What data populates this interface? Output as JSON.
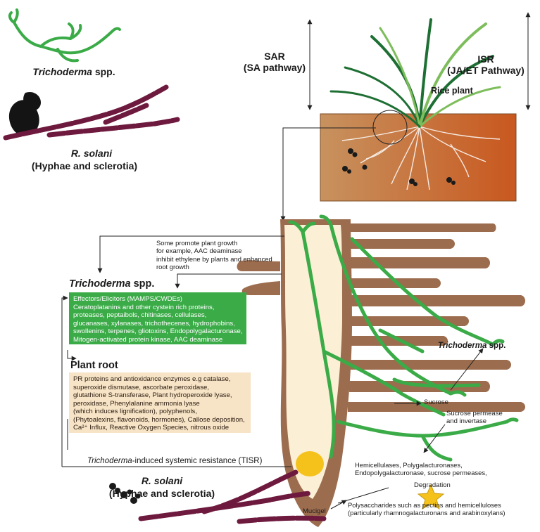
{
  "pathogen_top": {
    "trichoderma_genus": "Trichoderma",
    "trichoderma_suffix": " spp.",
    "rsolani_genus": "R. solani",
    "rsolani_note": "(Hyphae and sclerotia)"
  },
  "plant": {
    "sar_line1": "SAR",
    "sar_line2": "(SA pathway)",
    "isr_line1": "ISR",
    "isr_line2": "(JA/ET Pathway)",
    "rice_label": "Rice plant"
  },
  "growth_note": {
    "lines": [
      "Some promote plant growth",
      "for example, AAC deaminase",
      "inhibit ethylene by plants and enhanced",
      "root growth"
    ]
  },
  "tricho_section": {
    "heading_genus": "Trichoderma",
    "heading_suffix": " spp.",
    "lines": [
      "Effectors/Elicitors (MAMPS/CWDEs)",
      "Ceratoplatanins and other cystein rich proteins,",
      "  proteases, peptaibols, chitinases, cellulases,",
      "glucanases, xylanases, trichothecenes, hydrophobins,",
      "swollenins, terpenes, gliotoxins, Endopolygalacturonase,",
      "Mitogen-activated protein kinase, AAC deaminase"
    ],
    "box_color": "#3aab47"
  },
  "root_section": {
    "heading": "Plant root",
    "lines": [
      "PR proteins and antioxidance enzymes e.g catalase,",
      "superoxide dismutase, ascorbate peroxidase,",
      "glutathione S-transferase, Plant hydroperoxide lyase,",
      "peroxidase,   Phenylalanine ammonia lyase",
      "(which induces lignification),  polyphenols,",
      "(Phytoalexins, flavonoids, hormones), Callose deposition,",
      "Ca²⁺ Influx, Reactive Oxygen Species, nitrous oxide"
    ],
    "box_color": "#f7e4c6"
  },
  "tisr": {
    "genus": "Trichoderma",
    "rest": "-induced systemic resistance (TISR)"
  },
  "pathogen_bottom": {
    "genus": "R. solani",
    "note": "(Hyphae and sclerotia)"
  },
  "right_labels": {
    "tricho_genus": "Trichoderma",
    "tricho_suffix": " spp.",
    "sucrose": "Sucrose",
    "permease_line1": "Sucrose permease",
    "permease_line2": "and invertase",
    "enzymes": [
      "Hemicellulases, Polygalacturonases,",
      "Endopolygalacturonase, sucrose permeases,"
    ],
    "degradation": "Degradation",
    "mucigel": "Mucigel",
    "polysaccharides": [
      "Polysaccharides such as pectins and hemicelluloses",
      "(particularly rhamnogalacturonans and arabinoxylans)"
    ]
  },
  "colors": {
    "hyphae_green": "#3aab47",
    "pathogen_maroon": "#6e1a3e",
    "root_brown": "#9c6c4e",
    "root_inner": "#fbefd6",
    "soil_light": "#c7925f",
    "soil_dark": "#c8581f",
    "rice_dark": "#1e6f33",
    "rice_light": "#7dbd5b",
    "infection_yellow": "#f5c21b"
  }
}
